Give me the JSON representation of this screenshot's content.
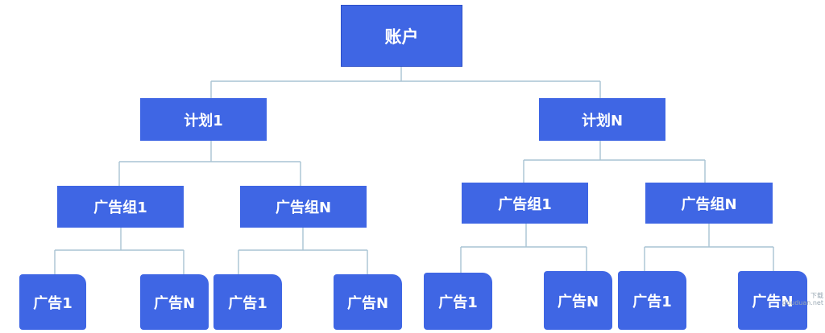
{
  "root": {
    "label": "账户"
  },
  "plans": [
    {
      "label": "计划1",
      "groups": [
        {
          "label": "广告组1",
          "ads": [
            "广告1",
            "广告N"
          ]
        },
        {
          "label": "广告组N",
          "ads": [
            "广告1",
            "广告N"
          ]
        }
      ]
    },
    {
      "label": "计划N",
      "groups": [
        {
          "label": "广告组1",
          "ads": [
            "广告1",
            "广告N"
          ]
        },
        {
          "label": "广告组N",
          "ads": [
            "广告1",
            "广告N"
          ]
        }
      ]
    }
  ],
  "watermark": {
    "line1": "下载",
    "line2": "douduan.net"
  },
  "colors": {
    "node_fill": "#3f66e4",
    "connector": "#a9c3d3",
    "text": "#ffffff"
  }
}
